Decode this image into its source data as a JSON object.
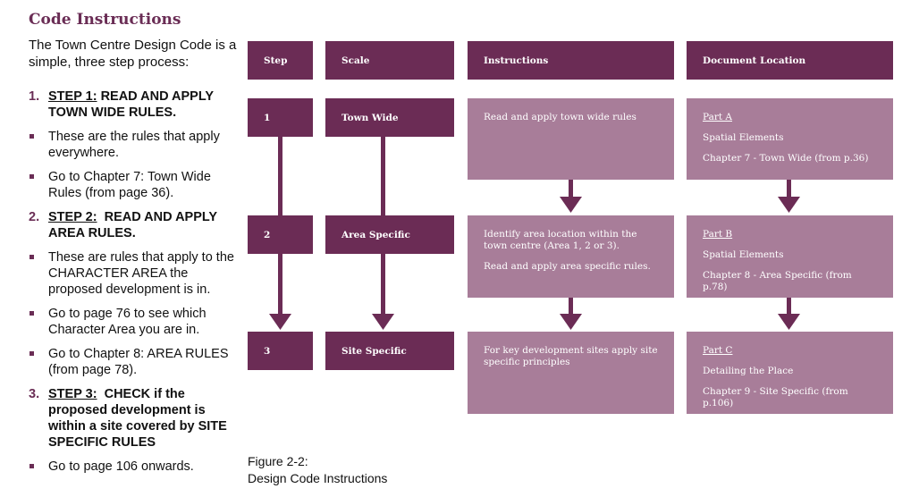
{
  "title": "Code Instructions",
  "intro": "The Town Centre Design Code is a simple, three step process:",
  "steps": [
    {
      "num": "1.",
      "label": "STEP 1:",
      "text": "READ AND APPLY TOWN WIDE RULES.",
      "bullets": [
        "These are the rules that apply everywhere.",
        "Go to Chapter 7: Town Wide Rules (from page 36)."
      ]
    },
    {
      "num": "2.",
      "label": "STEP 2:",
      "text": "READ AND APPLY AREA RULES.",
      "bullets": [
        "These are rules that apply to the CHARACTER AREA the proposed development is in.",
        "Go to page 76 to see which Character Area you are in.",
        "Go to Chapter 8: AREA RULES (from page 78)."
      ]
    },
    {
      "num": "3.",
      "label": "STEP 3:",
      "text": "CHECK if the proposed development is within a site covered by SITE SPECIFIC RULES",
      "bullets": [
        "Go to page 106 onwards."
      ]
    }
  ],
  "diagram": {
    "headers": [
      "Step",
      "Scale",
      "Instructions",
      "Document Location"
    ],
    "rows": [
      {
        "step": "1",
        "scale": "Town Wide",
        "instructions": [
          "Read and apply town wide rules"
        ],
        "part": "Part A",
        "elements": "Spatial Elements",
        "chapter": "Chapter 7 - Town Wide (from p.36)"
      },
      {
        "step": "2",
        "scale": "Area Specific",
        "instructions": [
          "Identify area location within the town centre (Area 1, 2 or 3).",
          "Read and apply area specific rules."
        ],
        "part": "Part B",
        "elements": "Spatial Elements",
        "chapter": "Chapter 8 - Area Specific (from p.78)"
      },
      {
        "step": "3",
        "scale": "Site Specific",
        "instructions": [
          "For key development sites apply site specific principles"
        ],
        "part": "Part C",
        "elements": "Detailing the Place",
        "chapter": "Chapter 9 - Site Specific (from p.106)"
      }
    ],
    "colors": {
      "dark": "#6b2c55",
      "light": "#a87d99"
    }
  },
  "caption": [
    "Figure 2-2:",
    "Design Code Instructions"
  ]
}
